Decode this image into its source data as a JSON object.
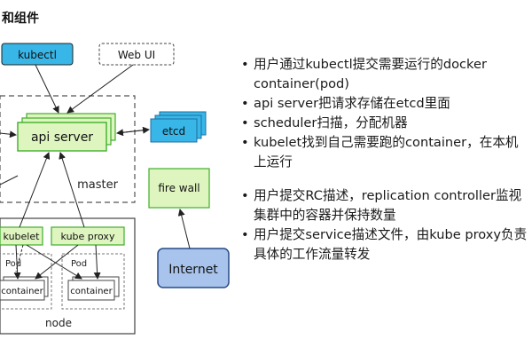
{
  "title": "和组件",
  "diagram": {
    "kubectl": "kubectl",
    "webui": "Web UI",
    "api_server": "api server",
    "etcd": "etcd",
    "master": "master",
    "firewall": "fire wall",
    "internet": "Internet",
    "kubelet": "kubelet",
    "kube_proxy": "kube proxy",
    "pod_left": "Pod",
    "pod_right": "Pod",
    "container_left": "container",
    "container_right": "container",
    "node": "node"
  },
  "bullets": {
    "group1": [
      "用户通过kubectl提交需要运行的docker container(pod)",
      "api server把请求存储在etcd里面",
      "scheduler扫描，分配机器",
      "kubelet找到自己需要跑的container，在本机上运行"
    ],
    "group2": [
      "用户提交RC描述，replication controller监视集群中的容器并保持数量",
      "用户提交service描述文件，由kube proxy负责具体的工作流量转发"
    ],
    "bullet_char": "•"
  },
  "colors": {
    "green_fill": "#dff5c0",
    "green_border": "#3fae2a",
    "blue_fill": "#38b6e8",
    "internet_fill": "#a9c4ec",
    "internet_border": "#274a87"
  }
}
